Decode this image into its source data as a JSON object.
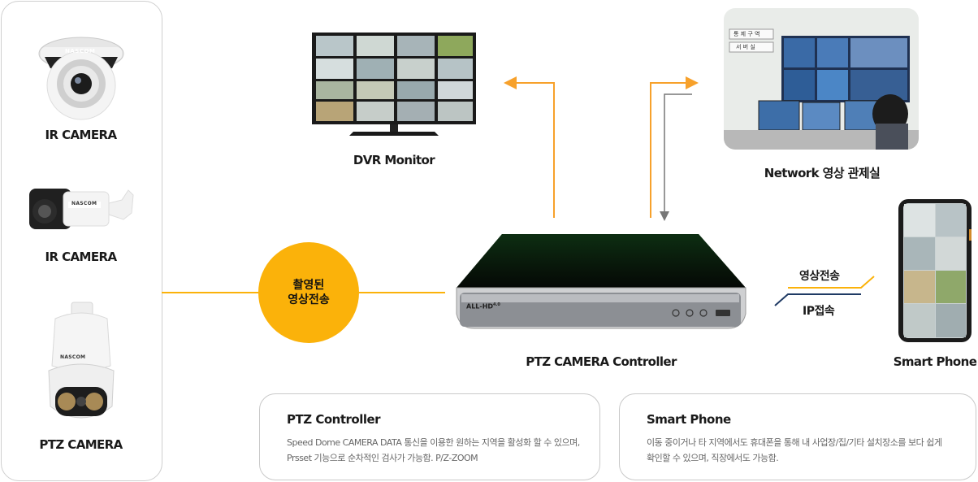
{
  "cameras": [
    {
      "label": "IR CAMERA",
      "brand": "NASCOM"
    },
    {
      "label": "IR CAMERA",
      "brand": "NASCOM"
    },
    {
      "label": "PTZ CAMERA",
      "brand": "NASCOM"
    }
  ],
  "circle": {
    "line1": "촬영된",
    "line2": "영상전송"
  },
  "dvr_monitor": {
    "label": "DVR Monitor"
  },
  "network": {
    "label": "Network 영상 관제실",
    "sign1": "통 제 구 역",
    "sign2": "서 버 실"
  },
  "controller": {
    "label": "PTZ CAMERA Controller",
    "brand": "ALL-HD",
    "brand_sup": "4.0"
  },
  "smartphone": {
    "label": "Smart Phone"
  },
  "links": {
    "video_transfer": "영상전송",
    "ip_access": "IP접속"
  },
  "info_boxes": [
    {
      "title": "PTZ Controller",
      "lines": [
        "Speed Dome CAMERA DATA 통신을 이용한 원하는 지역을 활성화 할 수 있으며,",
        "Prsset 기능으로 순차적인 검사가 가능함.  P/Z-ZOOM"
      ]
    },
    {
      "title": "Smart Phone",
      "lines": [
        "이동 중이거나 타 지역에서도 휴대폰을 통해 내 사업장/집/기타 설치장소를 보다 쉽게",
        "확인할 수 있으며, 직장에서도 가능함."
      ]
    }
  ],
  "colors": {
    "accent": "#fbb20a",
    "arrow_orange": "#f7a12b",
    "arrow_gray": "#777777",
    "navy": "#1f3a64",
    "border": "#cfcfcf"
  }
}
